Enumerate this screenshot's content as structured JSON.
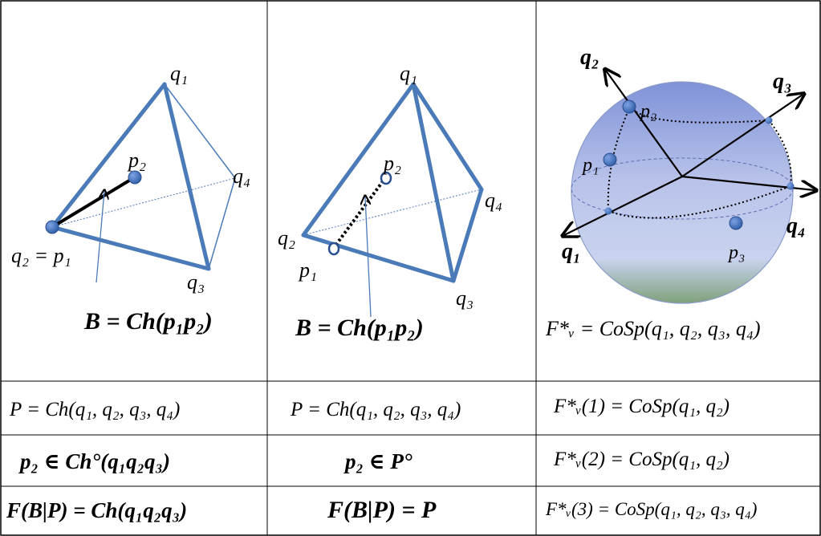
{
  "panels": {
    "left": {
      "vertex_labels": {
        "q1": "q₁",
        "q3": "q₃",
        "q4": "q₄",
        "p2": "p₂",
        "q2_eq_p1": "q₂ = p₁"
      },
      "caption": "B = Ch(p₁p₂)"
    },
    "middle": {
      "vertex_labels": {
        "q1": "q₁",
        "q2": "q₂",
        "q3": "q₃",
        "q4": "q₄",
        "p1": "p₁",
        "p2": "p₂"
      },
      "caption": "B = Ch(p₁p₂)"
    },
    "right": {
      "axis_labels": {
        "q1": "q₁",
        "q2": "q₂",
        "q3": "q₃",
        "q4": "q₄"
      },
      "point_labels": {
        "p1": "p₁",
        "p2": "p₂",
        "p3": "p₃"
      },
      "caption": "F*ᵥ = CoSp(q₁, q₂, q₃, q₄)"
    }
  },
  "table": {
    "rows": [
      [
        "P = Ch(q₁, q₂, q₃, q₄)",
        "P = Ch(q₁, q₂, q₃, q₄)",
        "F*ᵥ(1) = CoSp(q₁, q₂)"
      ],
      [
        "p₂ ∈ Ch°(q₁q₂q₃)",
        "p₂ ∈ P°",
        "F*ᵥ(2) = CoSp(q₁, q₂)"
      ],
      [
        "F(B|P) = Ch(q₁q₂q₃)",
        "F(B|P) = P",
        "F*ᵥ(3) = CoSp(q₁, q₂, q₃, q₄)"
      ]
    ]
  },
  "colors": {
    "edge": "#4a7ab8",
    "point": "#4472c4",
    "sphere_top": "#8aa0de",
    "sphere_bottom": "#6f9a6a"
  }
}
